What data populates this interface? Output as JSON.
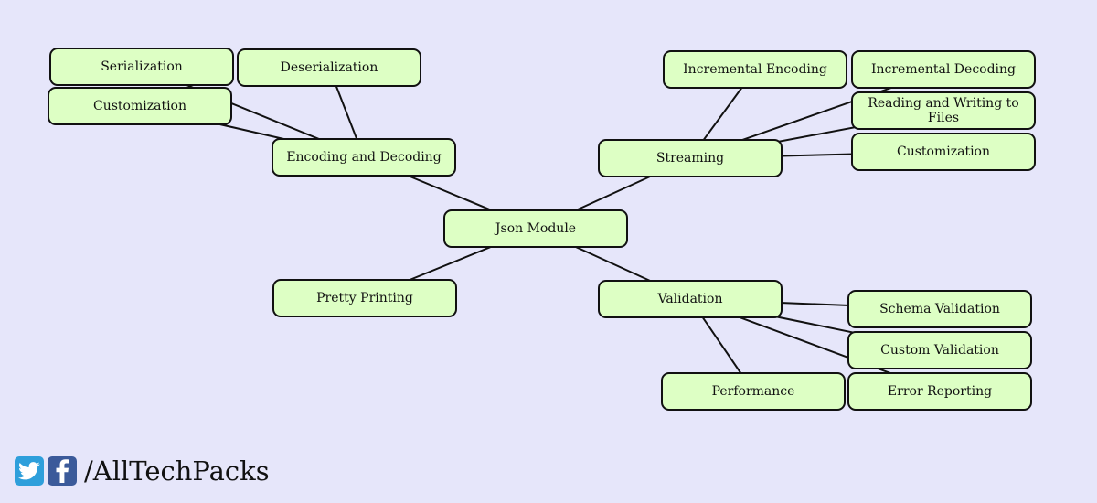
{
  "diagram": {
    "root": "json-module",
    "nodes": [
      {
        "id": "json-module",
        "label": "Json Module"
      },
      {
        "id": "encoding-decoding",
        "label": "Encoding and Decoding"
      },
      {
        "id": "serialization",
        "label": "Serialization"
      },
      {
        "id": "deserialization",
        "label": "Deserialization"
      },
      {
        "id": "customization-left",
        "label": "Customization"
      },
      {
        "id": "pretty-printing",
        "label": "Pretty Printing"
      },
      {
        "id": "streaming",
        "label": "Streaming"
      },
      {
        "id": "incremental-encoding",
        "label": "Incremental Encoding"
      },
      {
        "id": "incremental-decoding",
        "label": "Incremental Decoding"
      },
      {
        "id": "reading-writing",
        "label": "Reading and Writing to Files"
      },
      {
        "id": "customization-right",
        "label": "Customization"
      },
      {
        "id": "validation",
        "label": "Validation"
      },
      {
        "id": "schema-validation",
        "label": "Schema Validation"
      },
      {
        "id": "custom-validation",
        "label": "Custom Validation"
      },
      {
        "id": "error-reporting",
        "label": "Error Reporting"
      },
      {
        "id": "performance",
        "label": "Performance"
      }
    ],
    "edges": [
      [
        "json-module",
        "encoding-decoding"
      ],
      [
        "json-module",
        "pretty-printing"
      ],
      [
        "json-module",
        "streaming"
      ],
      [
        "json-module",
        "validation"
      ],
      [
        "encoding-decoding",
        "serialization"
      ],
      [
        "encoding-decoding",
        "deserialization"
      ],
      [
        "encoding-decoding",
        "customization-left"
      ],
      [
        "streaming",
        "incremental-encoding"
      ],
      [
        "streaming",
        "incremental-decoding"
      ],
      [
        "streaming",
        "reading-writing"
      ],
      [
        "streaming",
        "customization-right"
      ],
      [
        "validation",
        "schema-validation"
      ],
      [
        "validation",
        "custom-validation"
      ],
      [
        "validation",
        "error-reporting"
      ],
      [
        "validation",
        "performance"
      ]
    ]
  },
  "branding": {
    "twitter_icon": "twitter-icon",
    "facebook_icon": "facebook-icon",
    "handle": "/AllTechPacks",
    "colors": {
      "twitter": "#2e9fdb",
      "facebook": "#3b5a9a",
      "node_fill": "#ddffc4",
      "background": "#e6e6fa"
    }
  }
}
